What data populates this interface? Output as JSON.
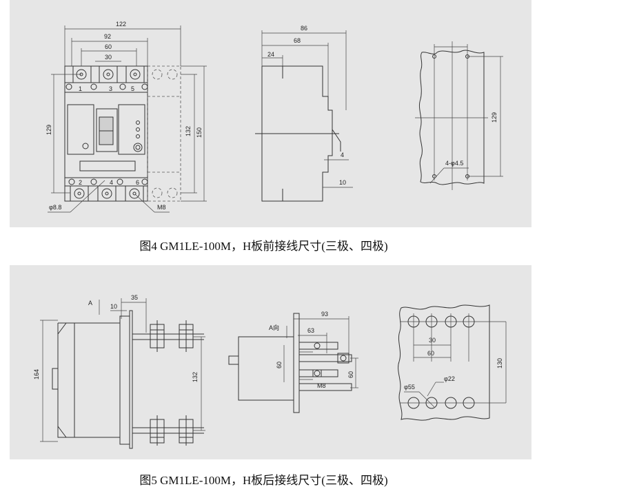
{
  "figure4": {
    "caption": "图4 GM1LE-100M，H板前接线尺寸(三极、四极)",
    "front_view": {
      "dim_122": "122",
      "dim_92": "92",
      "dim_60": "60",
      "dim_30": "30",
      "dim_129": "129",
      "dim_132": "132",
      "dim_150": "150",
      "terminal_1": "1",
      "terminal_3": "3",
      "terminal_5": "5",
      "terminal_2": "2",
      "terminal_4": "4",
      "terminal_6": "6",
      "hole_label": "φ8.8",
      "screw_label": "M8"
    },
    "side_view": {
      "dim_86": "86",
      "dim_68": "68",
      "dim_24": "24",
      "dim_4": "4",
      "dim_10": "10"
    },
    "mount_view": {
      "dim_129": "129",
      "hole_label": "4-φ4.5"
    }
  },
  "figure5": {
    "caption": "图5 GM1LE-100M，H板后接线尺寸(三极、四极)",
    "side_view": {
      "label_a": "A",
      "dim_35": "35",
      "dim_10": "10",
      "dim_164": "164",
      "dim_132": "132"
    },
    "section_view": {
      "label_a_dir": "A向",
      "dim_93": "93",
      "dim_63": "63",
      "dim_60_left": "60",
      "dim_60_right": "60",
      "screw_label": "M8"
    },
    "mount_view": {
      "dim_30": "30",
      "dim_60": "60",
      "dim_130": "130",
      "hole_label_55": "φ55",
      "hole_label_22": "φ22"
    }
  }
}
